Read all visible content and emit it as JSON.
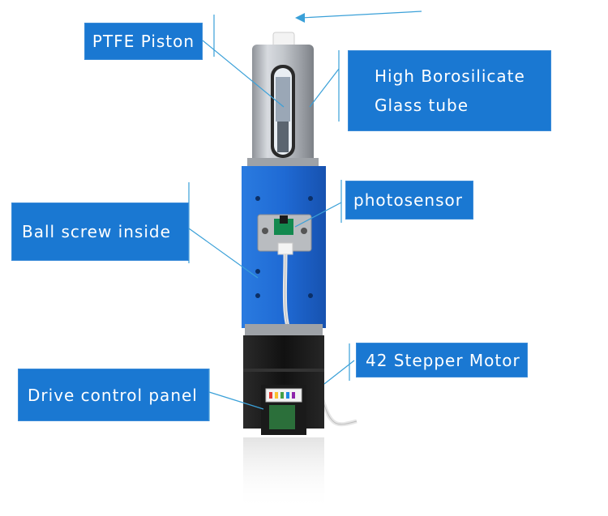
{
  "labels": {
    "ptfe_piston": "PTFE Piston",
    "glass_tube_line1": "High Borosilicate",
    "glass_tube_line2": "Glass tube",
    "ball_screw": "Ball screw inside",
    "photosensor": "photosensor",
    "stepper_motor": "42 Stepper Motor",
    "drive_panel": "Drive control panel"
  },
  "colors": {
    "label_bg": "#1a78d2",
    "label_text": "#ffffff",
    "leader_line": "#3aa0d8",
    "body_blue": "#1d63c8",
    "motor_black": "#161616",
    "cylinder_silver": "#b8bcc2"
  }
}
